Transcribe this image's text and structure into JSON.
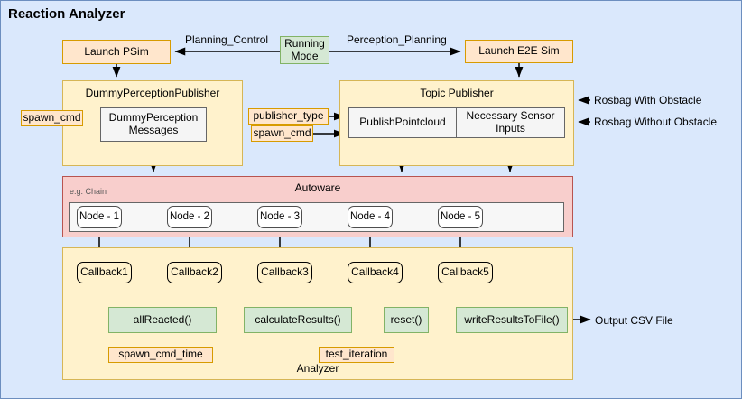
{
  "title": "Reaction Analyzer",
  "top_row": {
    "launch_psim": "Launch PSim",
    "running_mode": "Running Mode",
    "launch_e2e_sim": "Launch E2E Sim",
    "planning_control_label": "Planning_Control",
    "perception_planning_label": "Perception_Planning"
  },
  "dummy_perception_publisher": {
    "title": "DummyPerceptionPublisher",
    "messages_box": "DummyPerception Messages",
    "spawn_cmd_label": "spawn_cmd"
  },
  "topic_publisher": {
    "title": "Topic Publisher",
    "publish_pointcloud": "PublishPointcloud",
    "necessary_sensor_inputs": "Necessary Sensor Inputs",
    "publisher_type_label": "publisher_type",
    "spawn_cmd_label": "spawn_cmd",
    "rosbag_with_obstacle": "Rosbag With Obstacle",
    "rosbag_without_obstacle": "Rosbag Without Obstacle"
  },
  "autoware": {
    "title": "Autoware",
    "chain_note": "e.g. Chain",
    "nodes": [
      "Node - 1",
      "Node - 2",
      "Node - 3",
      "Node - 4",
      "Node - 5"
    ]
  },
  "analyzer": {
    "title": "Analyzer",
    "callbacks": [
      "Callback1",
      "Callback2",
      "Callback3",
      "Callback4",
      "Callback5"
    ],
    "functions": [
      "allReacted()",
      "calculateResults()",
      "reset()",
      "writeResultsToFile()"
    ],
    "spawn_cmd_time_label": "spawn_cmd_time",
    "test_iteration_label": "test_iteration",
    "output_label": "Output CSV File"
  },
  "colors": {
    "background": "#DAE8FC",
    "canvas_border": "#6C8EBF",
    "orange_fill": "#FFE6CC",
    "orange_border": "#D79B00",
    "yellow_fill": "#FFF2CC",
    "yellow_border": "#D6B656",
    "green_fill": "#D5E8D4",
    "green_border": "#82B366",
    "pink_fill": "#F8CECC",
    "pink_border": "#B85450",
    "inner_fill": "#F5F5F5",
    "inner_border": "#666666"
  }
}
